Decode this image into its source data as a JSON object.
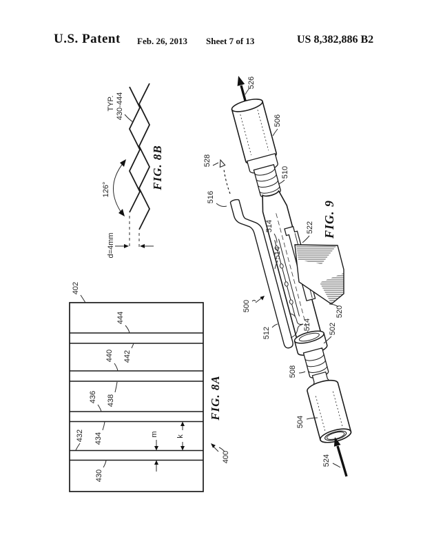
{
  "header": {
    "title": "U.S. Patent",
    "date": "Feb. 26, 2013",
    "sheet": "Sheet 7 of 13",
    "number": "US 8,382,886 B2"
  },
  "fig8b": {
    "caption": "FIG. 8B",
    "typ": "TYP.",
    "range": "430-444",
    "angle": "126°",
    "dim": "d=4mm"
  },
  "fig8a": {
    "caption": "FIG. 8A",
    "r402": "402",
    "r444": "444",
    "r442": "442",
    "r440": "440",
    "r438": "438",
    "r436": "436",
    "r434": "434",
    "r432": "432",
    "r430": "430",
    "m": "m",
    "k": "k",
    "r400": "400"
  },
  "fig9": {
    "caption": "FIG. 9",
    "r526": "526",
    "r506": "506",
    "r510": "510",
    "r528": "528",
    "r516": "516",
    "r514a": "514",
    "r514b": "514",
    "r514c": "514",
    "r522": "522",
    "r520": "520",
    "r500": "500",
    "r512": "512",
    "r502": "502",
    "r508": "508",
    "r504": "504",
    "r524": "524"
  }
}
